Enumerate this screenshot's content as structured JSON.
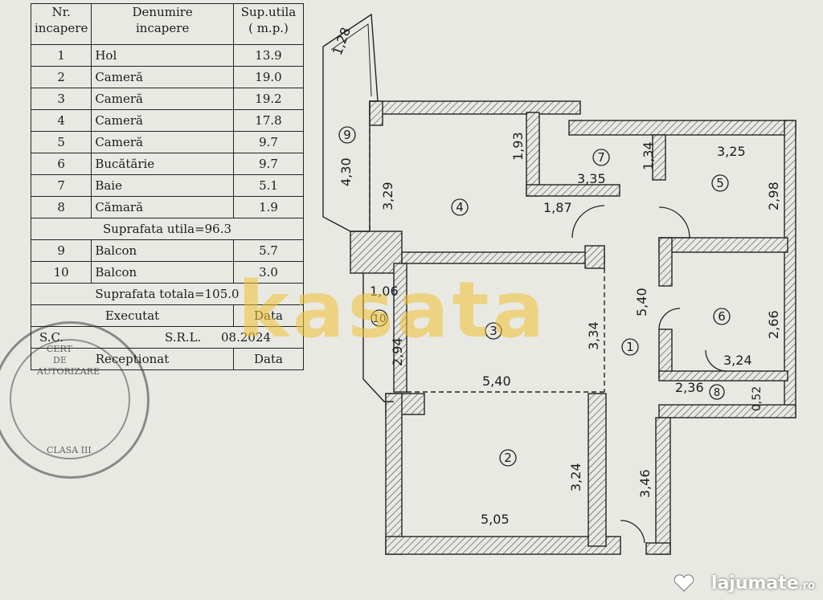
{
  "table": {
    "headers": {
      "nr": "Nr.\nincapere",
      "name": "Denumire\nincapere",
      "area": "Sup.utila\n( m.p.)"
    },
    "rows": [
      {
        "nr": "1",
        "name": "Hol",
        "area": "13.9"
      },
      {
        "nr": "2",
        "name": "Cameră",
        "area": "19.0"
      },
      {
        "nr": "3",
        "name": "Cameră",
        "area": "19.2"
      },
      {
        "nr": "4",
        "name": "Cameră",
        "area": "17.8"
      },
      {
        "nr": "5",
        "name": "Cameră",
        "area": "9.7"
      },
      {
        "nr": "6",
        "name": "Bucătărie",
        "area": "9.7"
      },
      {
        "nr": "7",
        "name": "Baie",
        "area": "5.1"
      },
      {
        "nr": "8",
        "name": "Cămară",
        "area": "1.9"
      }
    ],
    "useful_total": "Suprafata utila=96.3",
    "balconies": [
      {
        "nr": "9",
        "name": "Balcon",
        "area": "5.7"
      },
      {
        "nr": "10",
        "name": "Balcon",
        "area": "3.0"
      }
    ],
    "grand_total": "Suprafata totala=105.0",
    "executed_label": "Executat",
    "date_label": "Data",
    "company_prefix": "S.C.",
    "company_suffix": "S.R.L.",
    "company_date": "08.2024",
    "reception_label": "Receptionat",
    "reception_date": "Data"
  },
  "stamp": {
    "line1": "CERT",
    "line2": "DE",
    "line3": "AUTORIZARE",
    "class_label": "CLASA III"
  },
  "watermark": "kasata",
  "brand": {
    "name": "lajumate",
    "tld": ".ro",
    "color": "#ffffff"
  },
  "plan": {
    "room_numbers": [
      "1",
      "2",
      "3",
      "4",
      "5",
      "6",
      "7",
      "8",
      "9",
      "10"
    ],
    "dimensions": {
      "balcony9_top": "1,28",
      "balcony9_side": "4,30",
      "r4_left": "3,29",
      "r4_right": "1,93",
      "r4_hall": "1,87",
      "r7_width": "3,35",
      "r7_right": "1,34",
      "r5_width": "3,25",
      "r5_height": "2,98",
      "hall_len": "5,40",
      "r6_height": "2,66",
      "r6_width": "3,24",
      "r8_width": "2,36",
      "r8_height": "0,52",
      "balcony10_w": "1,06",
      "balcony10_h": "2,94",
      "r3_height": "3,34",
      "r3_width": "5,40",
      "r2_height": "3,24",
      "r2_width": "5,05",
      "hall_lower": "3,46"
    }
  }
}
